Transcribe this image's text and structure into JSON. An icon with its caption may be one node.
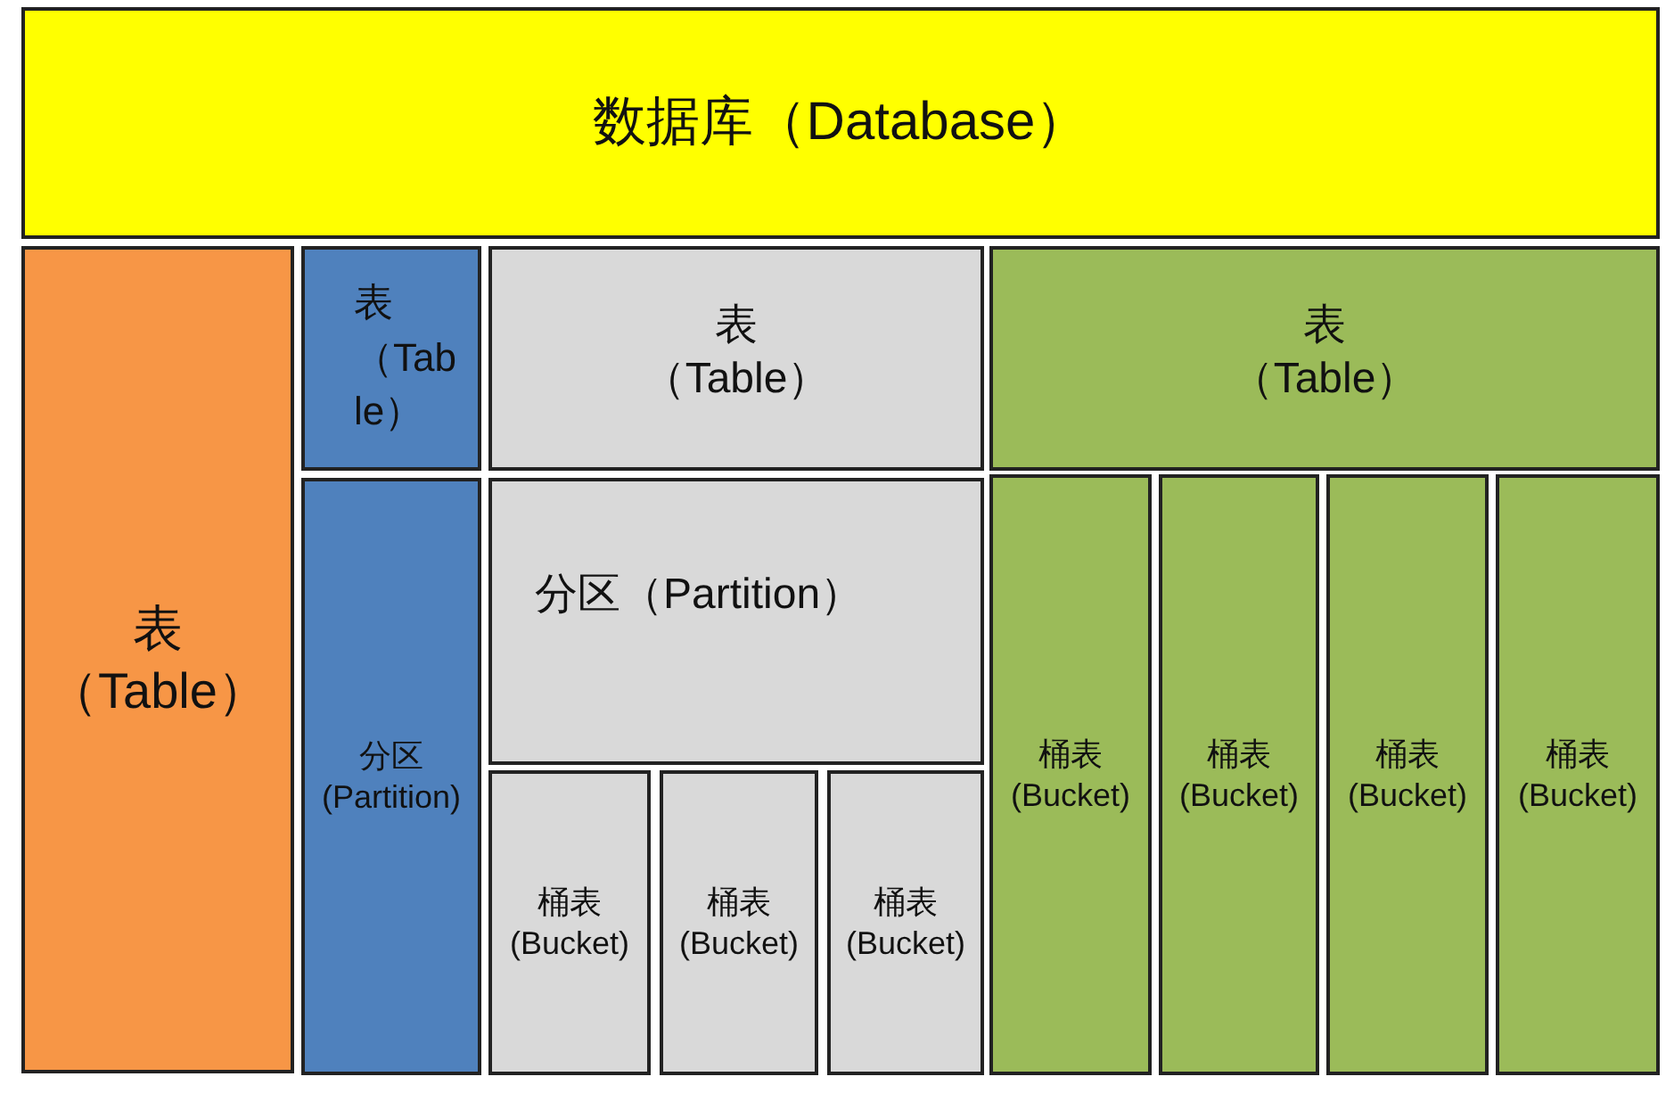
{
  "diagram": {
    "nodes": [
      {
        "text": [
          "数据库（Database）"
        ]
      },
      {
        "text": [
          "表（Table）"
        ]
      },
      {
        "text": [
          "表（Table）"
        ]
      },
      {
        "text": [
          "分区(Partition)"
        ]
      },
      {
        "text": [
          "表（Table）"
        ]
      },
      {
        "text": [
          "分区（Partition）"
        ]
      },
      {
        "text": [
          "桶表(Bucket)"
        ]
      },
      {
        "text": [
          "桶表(Bucket)"
        ]
      },
      {
        "text": [
          "桶表(Bucket)"
        ]
      },
      {
        "text": [
          "表（Table）"
        ]
      },
      {
        "text": [
          "桶表(Bucket)"
        ]
      },
      {
        "text": [
          "桶表(Bucket)"
        ]
      },
      {
        "text": [
          "桶表(Bucket)"
        ]
      },
      {
        "text": [
          "桶表(Bucket)"
        ]
      }
    ]
  }
}
